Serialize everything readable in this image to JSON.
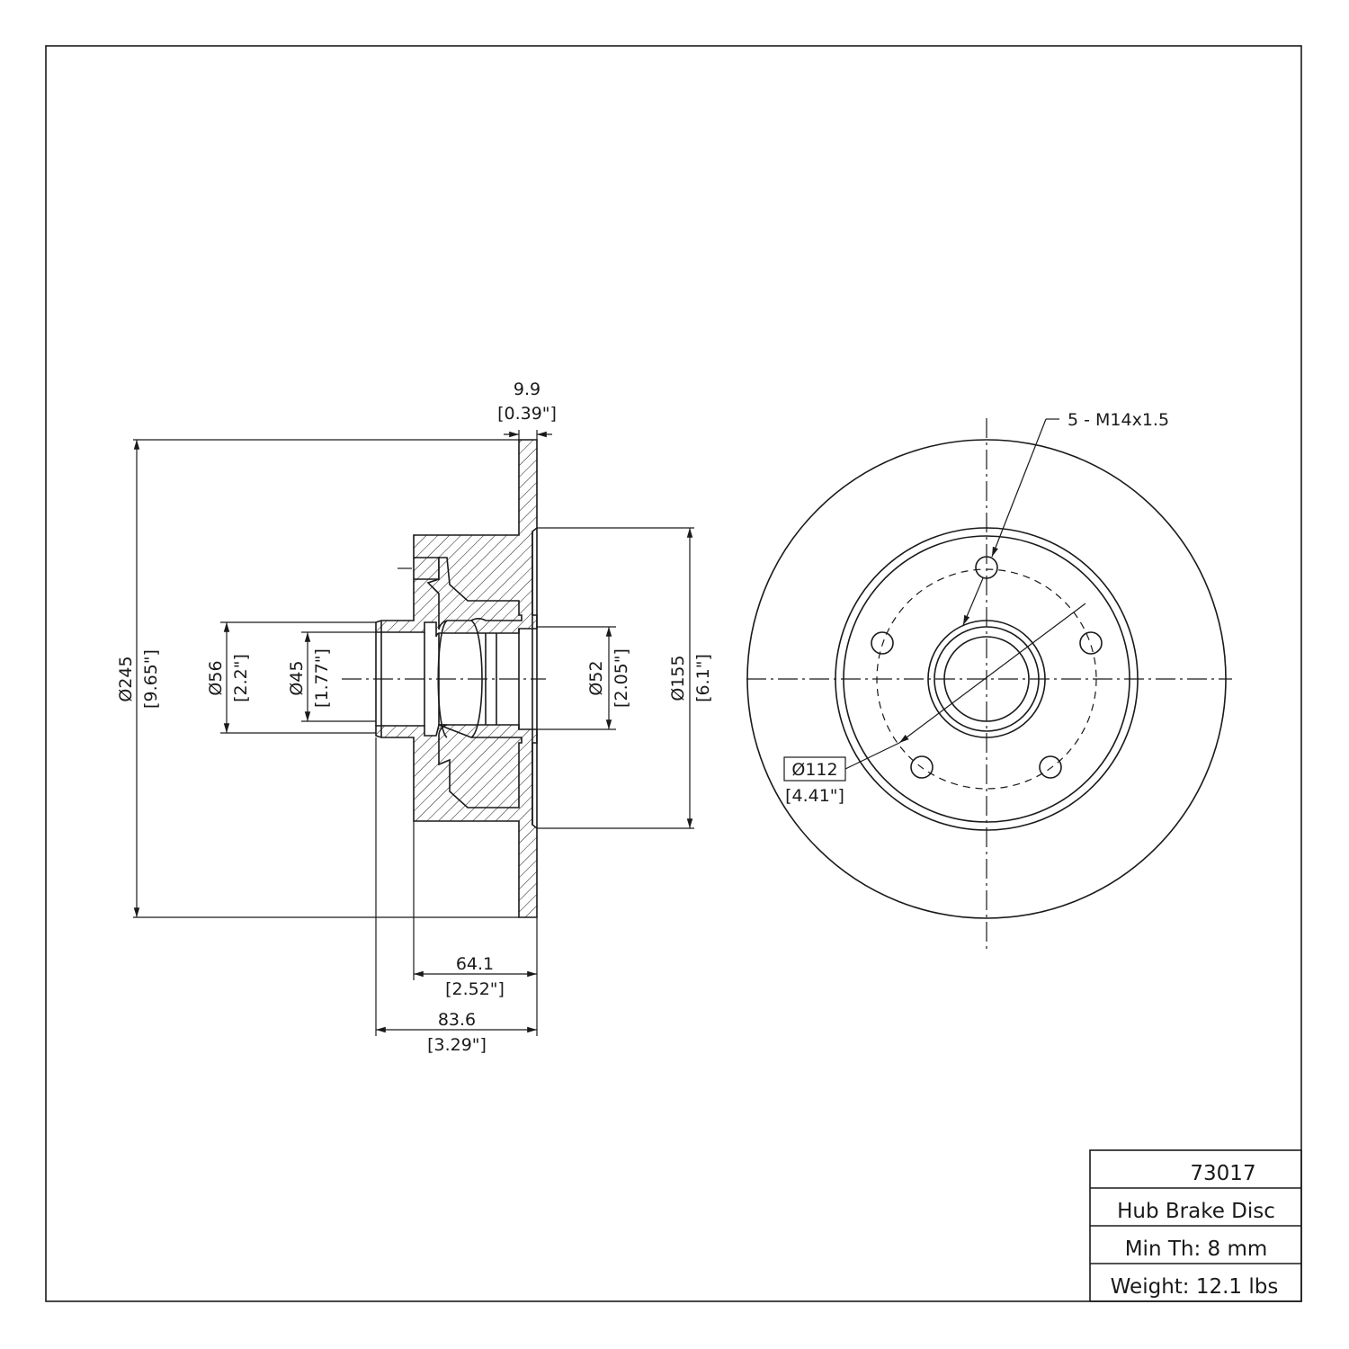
{
  "part_number": "73017",
  "description": "Hub Brake Disc",
  "min_thickness": "Min Th: 8 mm",
  "weight": "Weight: 12.1 lbs",
  "dimensions": {
    "disc_thickness_mm": "9.9",
    "disc_thickness_in": "[0.39\"]",
    "outer_diameter_mm": "Ø245",
    "outer_diameter_in": "[9.65\"]",
    "bore_outer_mm": "Ø56",
    "bore_outer_in": "[2.2\"]",
    "bore_inner_mm": "Ø45",
    "bore_inner_in": "[1.77\"]",
    "hub_bore_mm": "Ø52",
    "hub_bore_in": "[2.05\"]",
    "hat_diameter_mm": "Ø155",
    "hat_diameter_in": "[6.1\"]",
    "hat_height_mm": "64.1",
    "hat_height_in": "[2.52\"]",
    "overall_height_mm": "83.6",
    "overall_height_in": "[3.29\"]",
    "bolt_circle_mm": "Ø112",
    "bolt_circle_in": "[4.41\"]",
    "bolt_spec": "5 - M14x1.5"
  }
}
